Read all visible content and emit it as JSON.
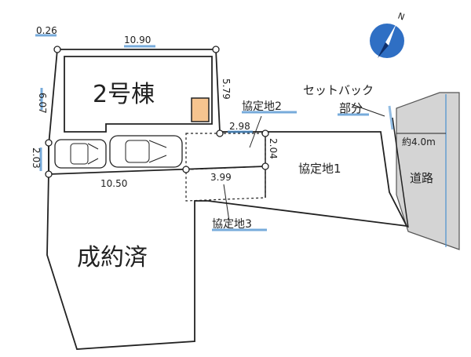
{
  "building": {
    "label": "2号棟"
  },
  "sold": {
    "label": "成約済"
  },
  "road": {
    "label": "道路",
    "width_label": "約4.0m"
  },
  "setback": {
    "line1": "セットバック",
    "line2": "部分"
  },
  "plots": {
    "p1": "協定地1",
    "p2": "協定地2",
    "p3": "協定地3"
  },
  "dimensions": {
    "top_left_small": "0.26",
    "top": "10.90",
    "left_side": "6.07",
    "right_side": "5.79",
    "driveway_left": "2.03",
    "bottom": "10.50",
    "p2_width": "2.98",
    "p2_depth": "2.04",
    "p3_width": "3.99"
  },
  "colors": {
    "road_fill": "#d4d4d4",
    "annotation_blue": "#4a90d0",
    "compass_blue": "#2f6fc4",
    "equipment": "#f6c48f"
  },
  "icons": {
    "compass": "north-compass-icon",
    "cars": "car-icon"
  }
}
